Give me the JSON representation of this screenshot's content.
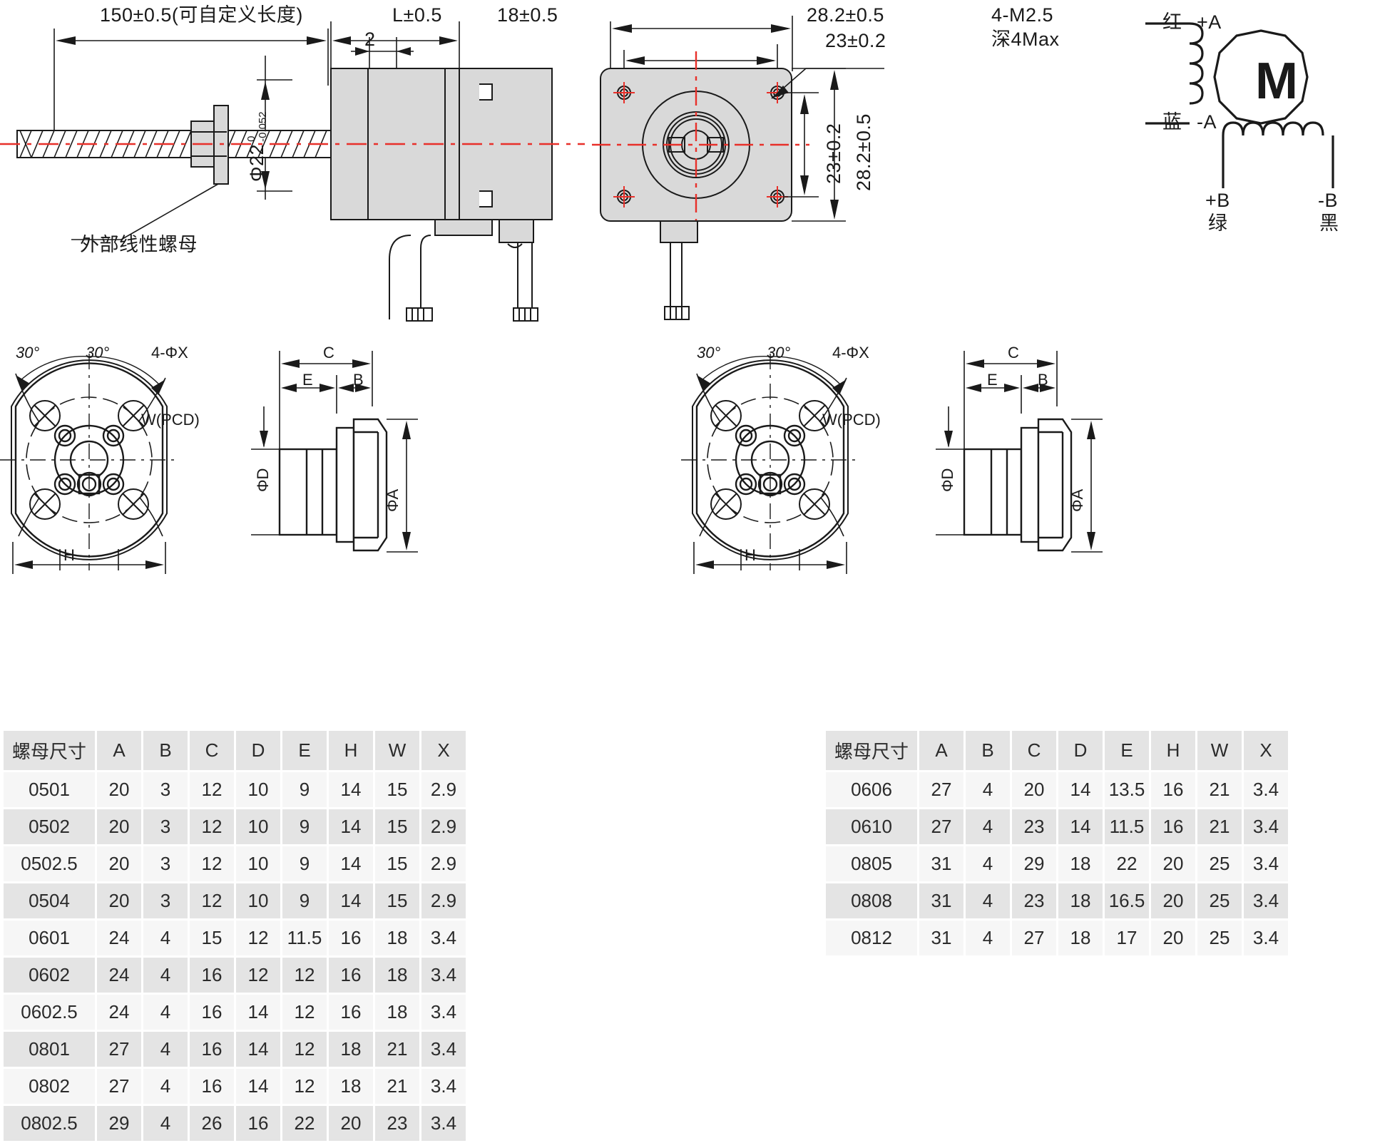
{
  "drawing": {
    "title_dimensions": {
      "screw_length": "150±0.5(可自定义长度)",
      "body_length": "L±0.5",
      "shaft_extension": "18±0.5",
      "nut_flange_thickness": "2",
      "shaft_diameter": "Φ22",
      "shaft_tol_upper": "0",
      "shaft_tol_lower": "-0.052",
      "nut_callout": "外部线性螺母"
    },
    "front_view": {
      "width_outer": "28.2±0.5",
      "bolt_circle_width": "23±0.2",
      "bolt_circle_height": "23±0.2",
      "height_outer": "28.2±0.5",
      "thread_callout_line1": "4-M2.5",
      "thread_callout_line2": "深4Max"
    },
    "wiring": {
      "motor_symbol": "M",
      "leads": [
        {
          "color": "红",
          "terminal": "+A"
        },
        {
          "color": "蓝",
          "terminal": "-A"
        },
        {
          "terminal": "+B",
          "color": "绿"
        },
        {
          "terminal": "-B",
          "color": "黑"
        }
      ]
    },
    "nut_views": {
      "angle_left": "30°",
      "angle_right": "30°",
      "hole_callout": "4-ΦX",
      "pcd_callout": "W(PCD)",
      "dim_h": "H",
      "dim_c": "C",
      "dim_e": "E",
      "dim_b": "B",
      "dim_phi_d": "ΦD",
      "dim_phi_a": "ΦA"
    }
  },
  "table_left": {
    "headers": [
      "螺母尺寸",
      "A",
      "B",
      "C",
      "D",
      "E",
      "H",
      "W",
      "X"
    ],
    "rows": [
      [
        "0501",
        "20",
        "3",
        "12",
        "10",
        "9",
        "14",
        "15",
        "2.9"
      ],
      [
        "0502",
        "20",
        "3",
        "12",
        "10",
        "9",
        "14",
        "15",
        "2.9"
      ],
      [
        "0502.5",
        "20",
        "3",
        "12",
        "10",
        "9",
        "14",
        "15",
        "2.9"
      ],
      [
        "0504",
        "20",
        "3",
        "12",
        "10",
        "9",
        "14",
        "15",
        "2.9"
      ],
      [
        "0601",
        "24",
        "4",
        "15",
        "12",
        "11.5",
        "16",
        "18",
        "3.4"
      ],
      [
        "0602",
        "24",
        "4",
        "16",
        "12",
        "12",
        "16",
        "18",
        "3.4"
      ],
      [
        "0602.5",
        "24",
        "4",
        "16",
        "14",
        "12",
        "16",
        "18",
        "3.4"
      ],
      [
        "0801",
        "27",
        "4",
        "16",
        "14",
        "12",
        "18",
        "21",
        "3.4"
      ],
      [
        "0802",
        "27",
        "4",
        "16",
        "14",
        "12",
        "18",
        "21",
        "3.4"
      ],
      [
        "0802.5",
        "29",
        "4",
        "26",
        "16",
        "22",
        "20",
        "23",
        "3.4"
      ]
    ]
  },
  "table_right": {
    "headers": [
      "螺母尺寸",
      "A",
      "B",
      "C",
      "D",
      "E",
      "H",
      "W",
      "X"
    ],
    "rows": [
      [
        "0606",
        "27",
        "4",
        "20",
        "14",
        "13.5",
        "16",
        "21",
        "3.4"
      ],
      [
        "0610",
        "27",
        "4",
        "23",
        "14",
        "11.5",
        "16",
        "21",
        "3.4"
      ],
      [
        "0805",
        "31",
        "4",
        "29",
        "18",
        "22",
        "20",
        "25",
        "3.4"
      ],
      [
        "0808",
        "31",
        "4",
        "23",
        "18",
        "16.5",
        "20",
        "25",
        "3.4"
      ],
      [
        "0812",
        "31",
        "4",
        "27",
        "18",
        "17",
        "20",
        "25",
        "3.4"
      ]
    ]
  },
  "colors": {
    "centerline": "#e8302a",
    "body_fill": "#d9d9d9",
    "line": "#1a1a1a",
    "table_header_bg": "#e4e4e4",
    "table_row_alt_bg": "#f6f6f6"
  }
}
